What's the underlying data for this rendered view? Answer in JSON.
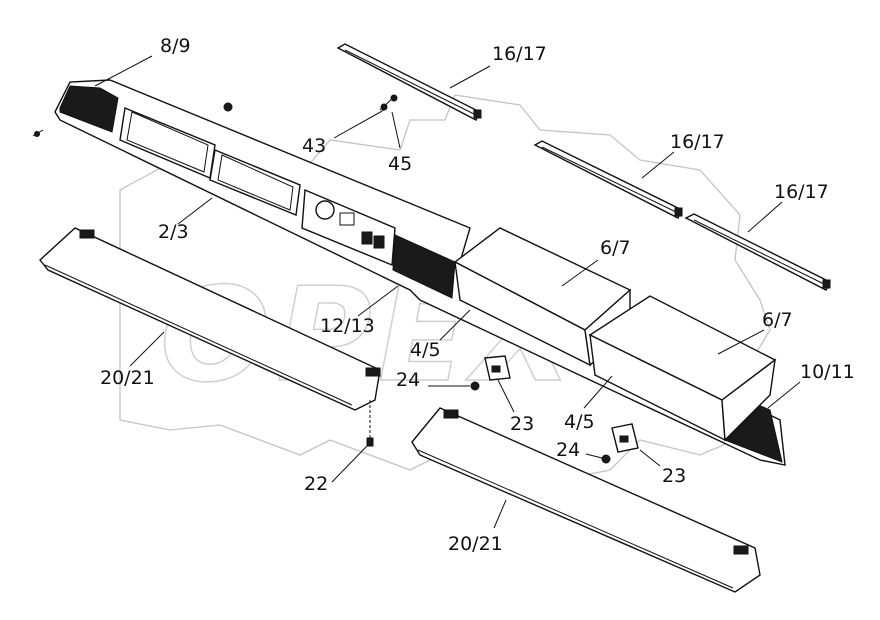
{
  "watermark": {
    "text": "OPEX"
  },
  "callouts": {
    "c_8_9": "8/9",
    "c_16_17_a": "16/17",
    "c_16_17_b": "16/17",
    "c_16_17_c": "16/17",
    "c_43": "43",
    "c_45": "45",
    "c_2_3": "2/3",
    "c_6_7_a": "6/7",
    "c_6_7_b": "6/7",
    "c_12_13": "12/13",
    "c_4_5_a": "4/5",
    "c_4_5_b": "4/5",
    "c_20_21_a": "20/21",
    "c_20_21_b": "20/21",
    "c_10_11": "10/11",
    "c_24_a": "24",
    "c_24_b": "24",
    "c_23_a": "23",
    "c_23_b": "23",
    "c_22": "22"
  }
}
